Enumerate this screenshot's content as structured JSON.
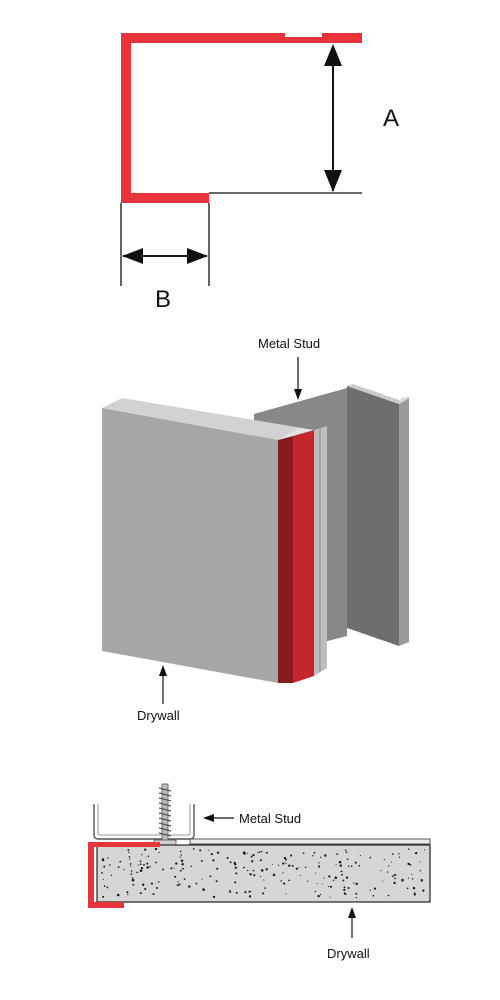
{
  "colors": {
    "trim_red": "#e8333b",
    "drywall_face": "#a6a6a6",
    "drywall_top": "#d2d2d2",
    "stud_gray": "#6d6e70",
    "dark_red": "#8b1a1e",
    "bright_red": "#c4262e",
    "outline": "#222222",
    "concrete": "#d6d6d6"
  },
  "profile": {
    "dim_a_label": "A",
    "dim_b_label": "B"
  },
  "iso": {
    "metal_stud_label": "Metal Stud",
    "drywall_label": "Drywall"
  },
  "section": {
    "metal_stud_label": "Metal Stud",
    "drywall_label": "Drywall"
  }
}
